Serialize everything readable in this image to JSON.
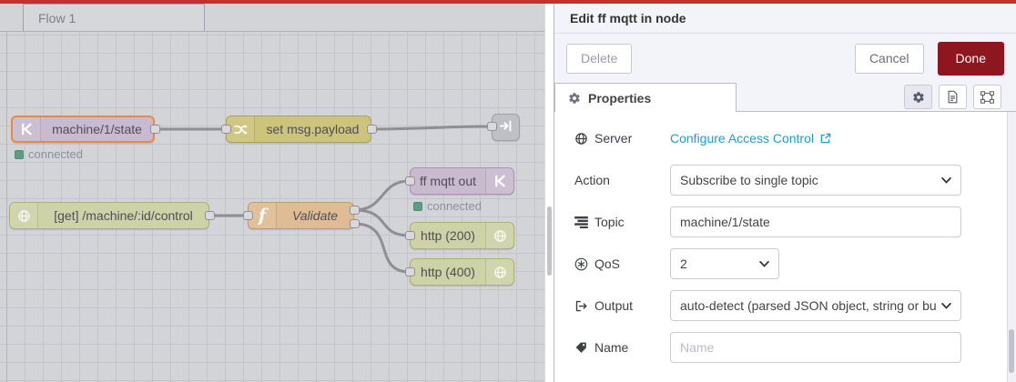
{
  "workspace": {
    "tab_label": "Flow 1",
    "nodes": {
      "mqtt_in": {
        "label": "machine/1/state",
        "status": "connected"
      },
      "change": {
        "label": "set msg.payload"
      },
      "http_in": {
        "label": "[get] /machine/:id/control"
      },
      "function": {
        "label": "Validate"
      },
      "mqtt_out": {
        "label": "ff mqtt out",
        "status": "connected"
      },
      "http_200": {
        "label": "http (200)"
      },
      "http_400": {
        "label": "http (400)"
      }
    }
  },
  "panel": {
    "title": "Edit ff mqtt in node",
    "delete_label": "Delete",
    "cancel_label": "Cancel",
    "done_label": "Done",
    "tab_label": "Properties",
    "fields": {
      "server": {
        "label": "Server",
        "link_text": "Configure Access Control"
      },
      "action": {
        "label": "Action",
        "value": "Subscribe to single topic"
      },
      "topic": {
        "label": "Topic",
        "value": "machine/1/state"
      },
      "qos": {
        "label": "QoS",
        "value": "2"
      },
      "output": {
        "label": "Output",
        "value": "auto-detect (parsed JSON object, string or buffer)"
      },
      "name": {
        "label": "Name",
        "placeholder": "Name"
      }
    }
  },
  "icons": [
    "gear-icon",
    "file-text-icon",
    "object-group-icon",
    "globe-icon",
    "tasks-icon",
    "qos-icon",
    "sign-out-icon",
    "tag-icon",
    "external-link-icon",
    "mqtt-icon",
    "shuffle-icon",
    "function-icon",
    "link-out-icon",
    "chevron-down-icon"
  ],
  "colors": {
    "top_bar": "#c53131",
    "done_button": "#8e161f",
    "link": "#1b9fd6",
    "status_ok": "#5d9c85",
    "selected_node_border": "#ea8a3e"
  }
}
